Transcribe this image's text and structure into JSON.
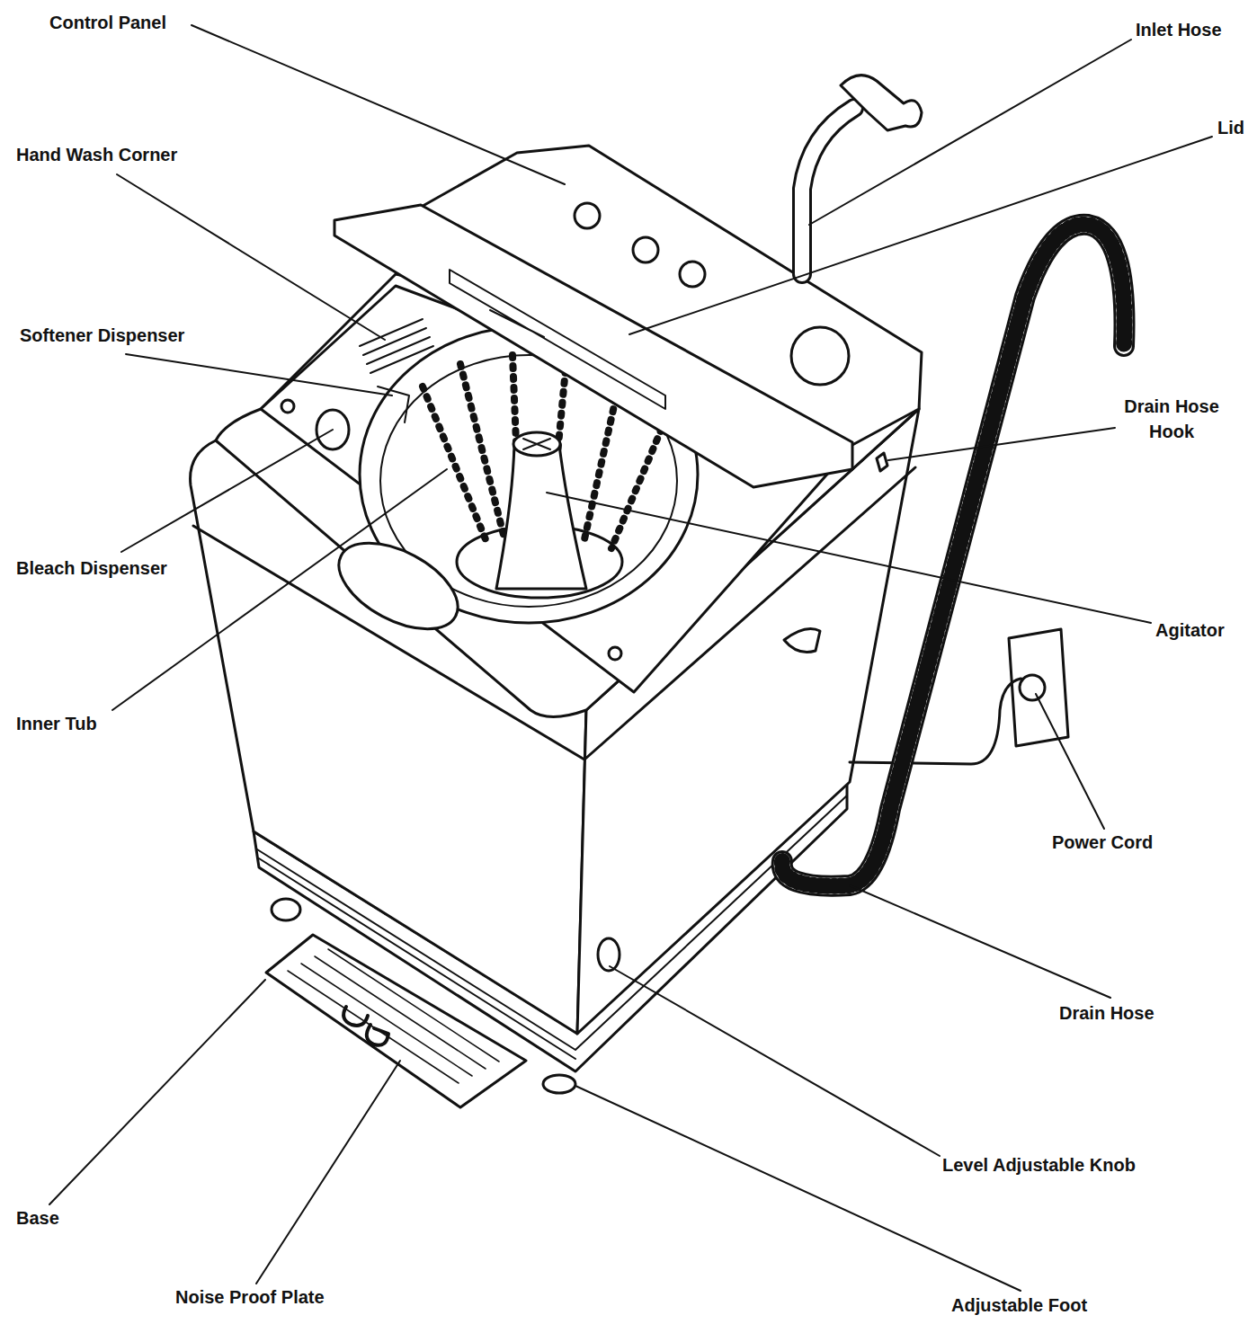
{
  "diagram": {
    "labels": [
      "Control Panel",
      "Inlet Hose",
      "Lid",
      "Hand Wash Corner",
      "Softener Dispenser",
      "Drain Hose Hook",
      "Bleach Dispenser",
      "Agitator",
      "Inner Tub",
      "Power Cord",
      "Drain Hose",
      "Level Adjustable Knob",
      "Base",
      "Noise Proof Plate",
      "Adjustable Foot"
    ]
  }
}
